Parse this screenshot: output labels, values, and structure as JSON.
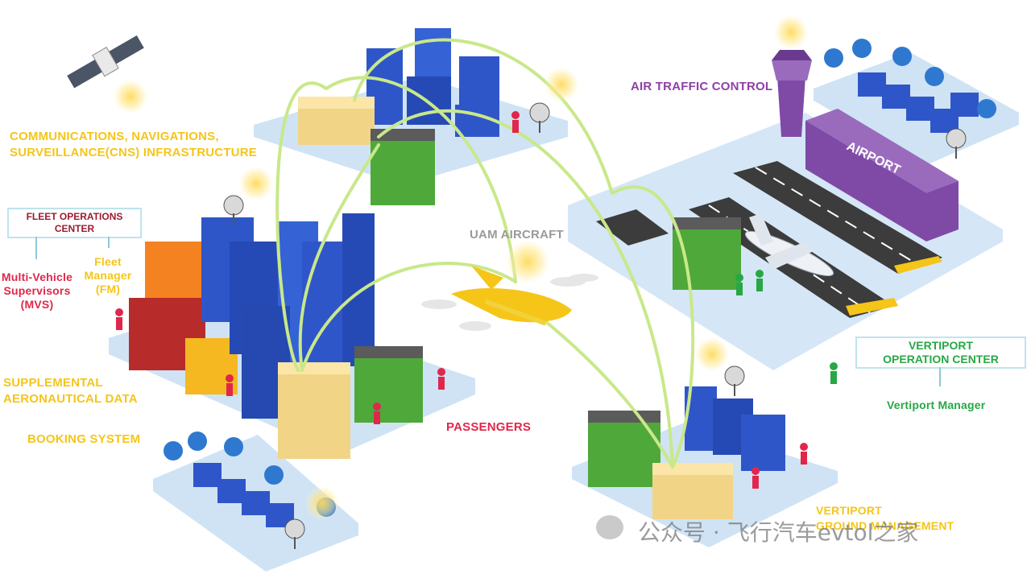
{
  "labels": {
    "cns": "COMMUNICATIONS, NAVIGATIONS,\nSURVEILLANCE(CNS) INFRASTRUCTURE",
    "air_traffic_control": "AIR TRAFFIC CONTROL",
    "airport_sign": "AIRPORT",
    "fleet_ops_center": "FLEET OPERATIONS\nCENTER",
    "mvs": "Multi-Vehicle\nSupervisors\n(MVS)",
    "fleet_manager": "Fleet\nManager\n(FM)",
    "uam_aircraft": "UAM AIRCRAFT",
    "supplemental_data": "SUPPLEMENTAL\nAERONAUTICAL DATA",
    "booking_system": "BOOKING SYSTEM",
    "passengers": "PASSENGERS",
    "vertiport_ops_center": "VERTIPORT\nOPERATION CENTER",
    "vertiport_manager": "Vertiport Manager",
    "vertiport_ground": "VERTIPORT\nGROUND MANAGEMENT"
  },
  "watermark": "公众号 · 飞行汽车evtol之家",
  "colors": {
    "label_yellow": "#f5c518",
    "label_purple": "#8e3fa6",
    "label_red": "#e0274b",
    "label_green": "#27a844",
    "platform": "#cfe3f5",
    "building_blue": "#2f56c8",
    "link_green": "#c9e88a"
  },
  "icons": [
    "satellite-icon",
    "radar-dish-icon",
    "signal-wave-icon",
    "evtol-aircraft-icon",
    "airplane-icon",
    "control-tower-icon",
    "wechat-icon"
  ]
}
